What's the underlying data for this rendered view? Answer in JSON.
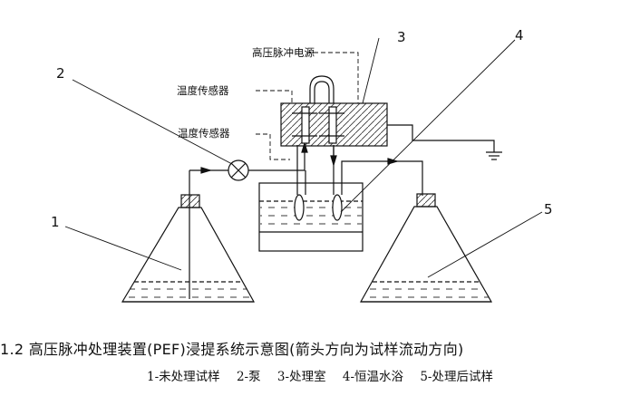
{
  "labels": {
    "power_supply": "高压脉冲电源",
    "temp_sensor_1": "温度传感器",
    "temp_sensor_2": "温度传感器",
    "n1": "1",
    "n2": "2",
    "n3": "3",
    "n4": "4",
    "n5": "5"
  },
  "caption": {
    "title": "1.2 高压脉冲处理装置(PEF)浸提系统示意图(箭头方向为试样流动方向)",
    "legend": [
      "1-未处理试样",
      "2-泵",
      "3-处理室",
      "4-恒温水浴",
      "5-处理后试样"
    ]
  }
}
